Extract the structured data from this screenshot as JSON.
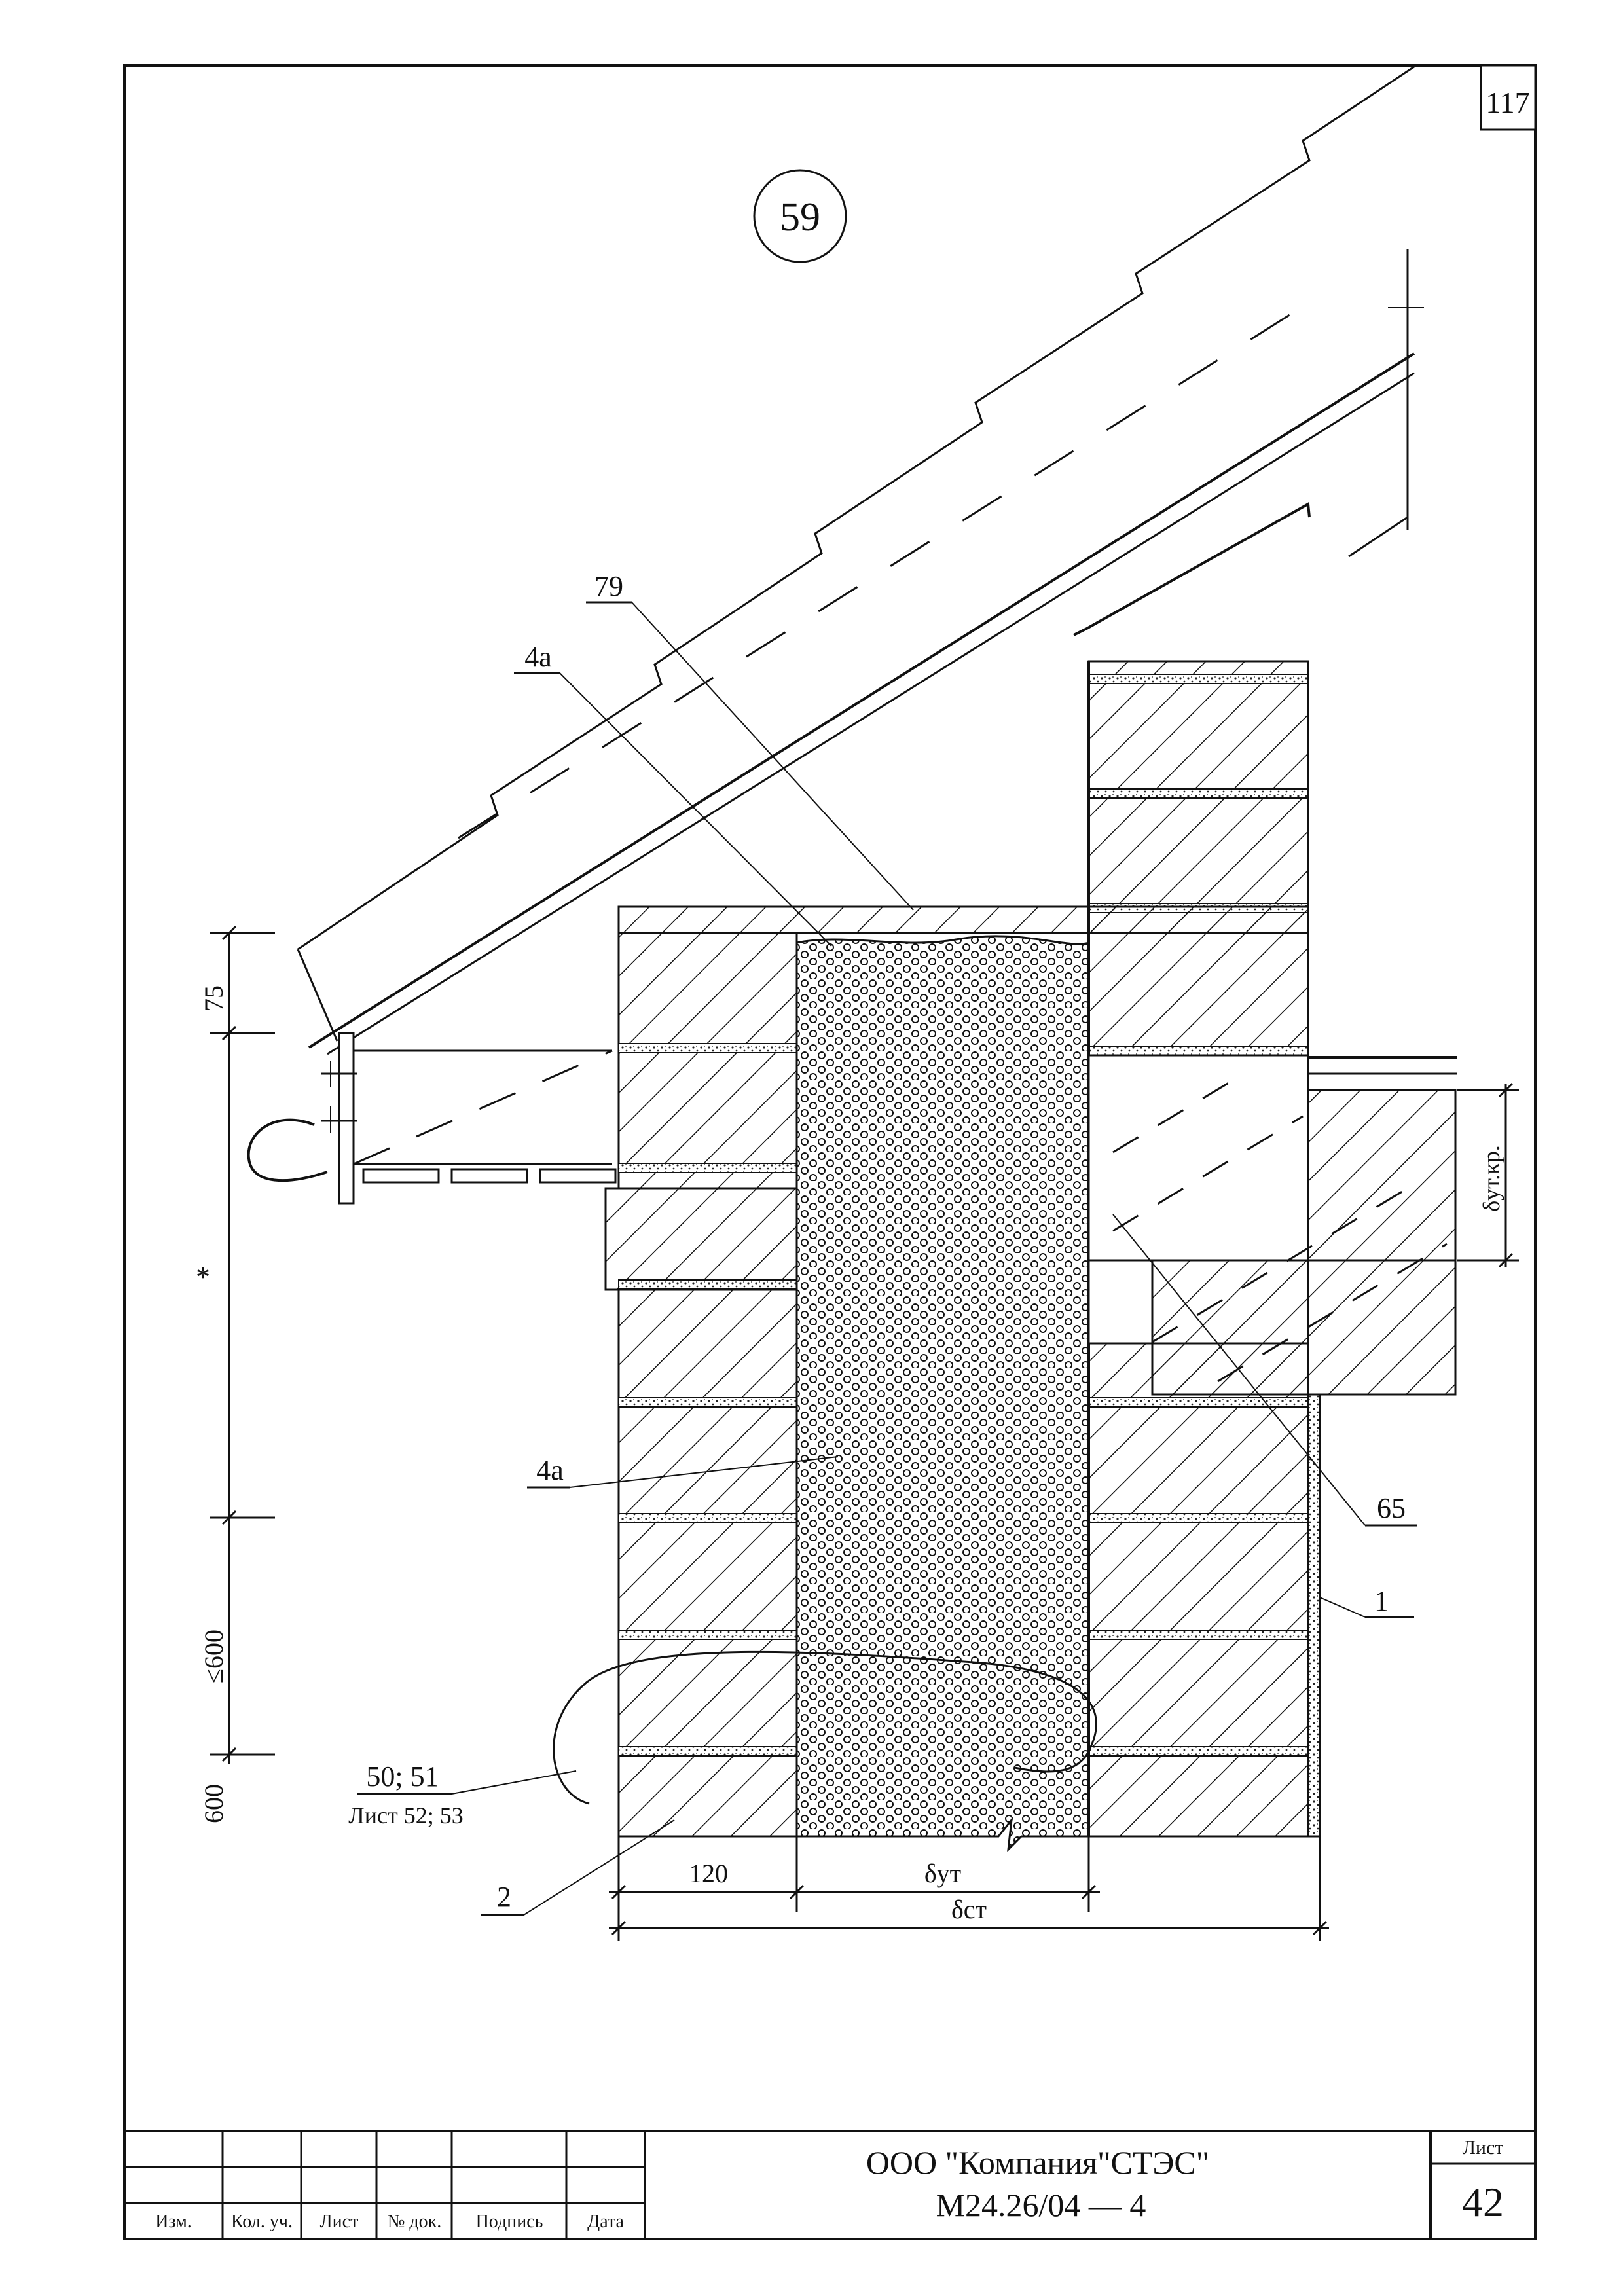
{
  "sheet_corner_number": "117",
  "detail_number": "59",
  "callouts": {
    "c79": "79",
    "c4a_top": "4а",
    "c4a_mid": "4а",
    "c65": "65",
    "c1": "1",
    "c2": "2",
    "ref_detail": "50; 51",
    "ref_sheet": "Лист 52; 53"
  },
  "dimensions": {
    "d75": "75",
    "dstar": "*",
    "d600_le": "≤600",
    "d600": "600",
    "d120": "120",
    "d_ut": "δут",
    "d_st": "δст",
    "d_utkr": "δут.кр."
  },
  "title_block": {
    "headers": [
      "Изм.",
      "Кол. уч.",
      "Лист",
      "№ док.",
      "Подпись",
      "Дата"
    ],
    "company": "ООО \"Компания\"СТЭС\"",
    "doc_code": "М24.26/04  —  4",
    "sheet_label": "Лист",
    "sheet_number": "42"
  },
  "colors": {
    "line": "#111111",
    "paper": "#ffffff"
  }
}
